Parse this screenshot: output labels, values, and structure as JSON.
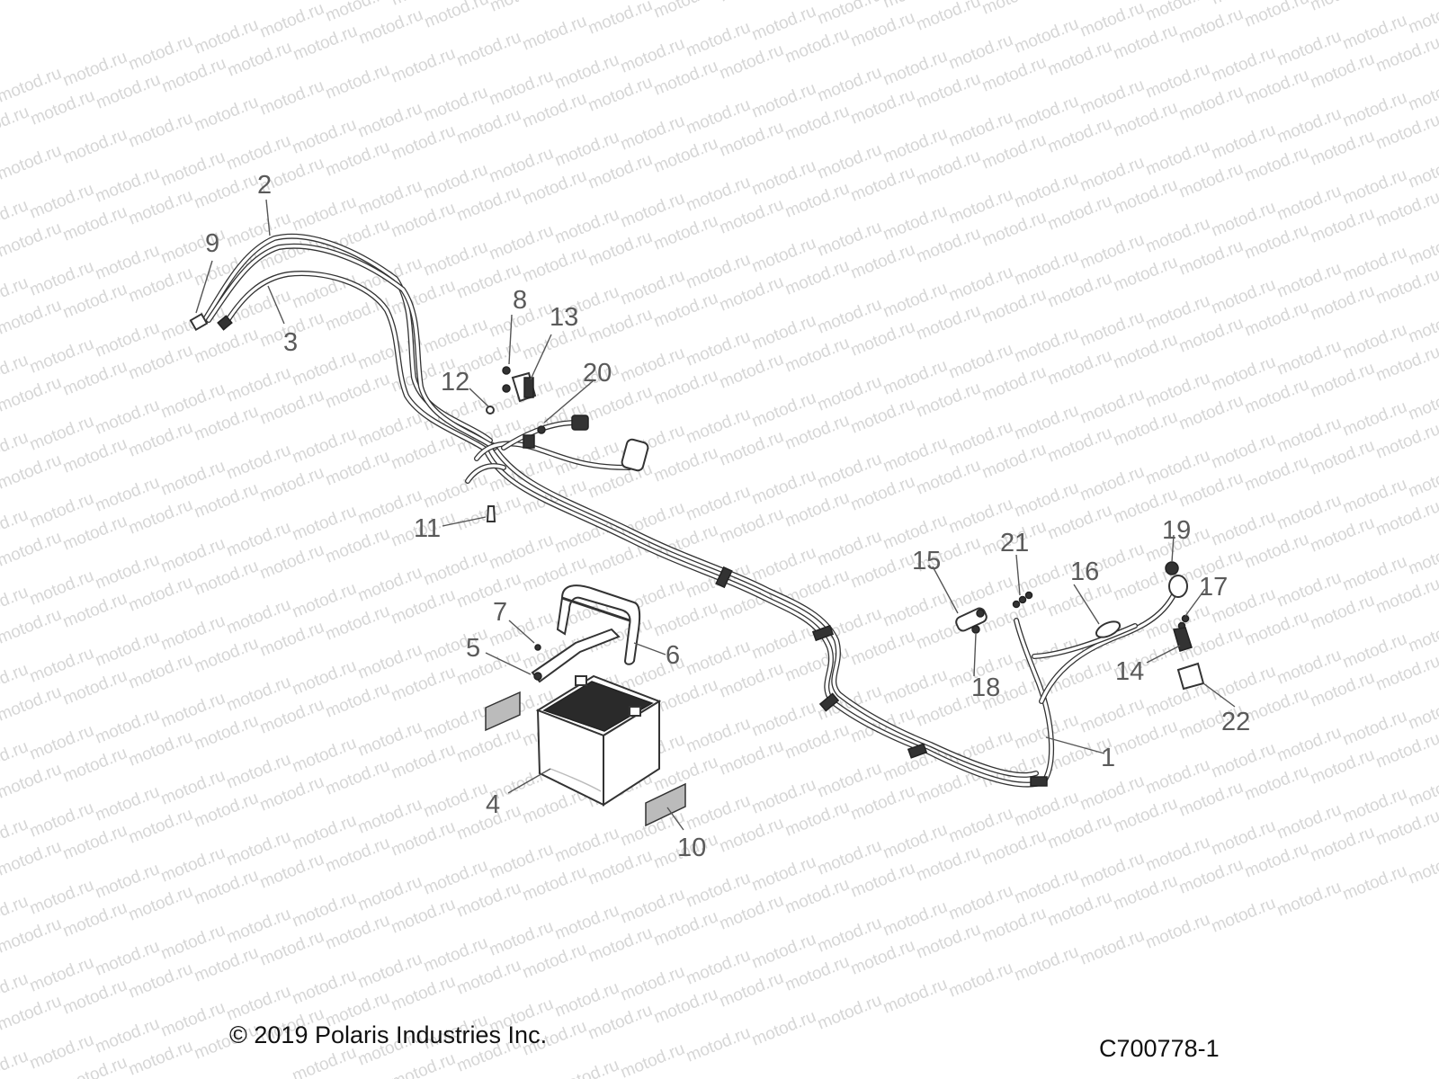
{
  "watermark": "motod.ru",
  "footer": {
    "copyright": "© 2019 Polaris Industries Inc.",
    "drawing_id": "C700778-1"
  },
  "callouts": {
    "c1": "1",
    "c2": "2",
    "c3": "3",
    "c4": "4",
    "c5": "5",
    "c6": "6",
    "c7": "7",
    "c8": "8",
    "c9": "9",
    "c10": "10",
    "c11": "11",
    "c12": "12",
    "c13": "13",
    "c14": "14",
    "c15": "15",
    "c16": "16",
    "c17": "17",
    "c18": "18",
    "c19": "19",
    "c20": "20",
    "c21": "21",
    "c22": "22"
  }
}
